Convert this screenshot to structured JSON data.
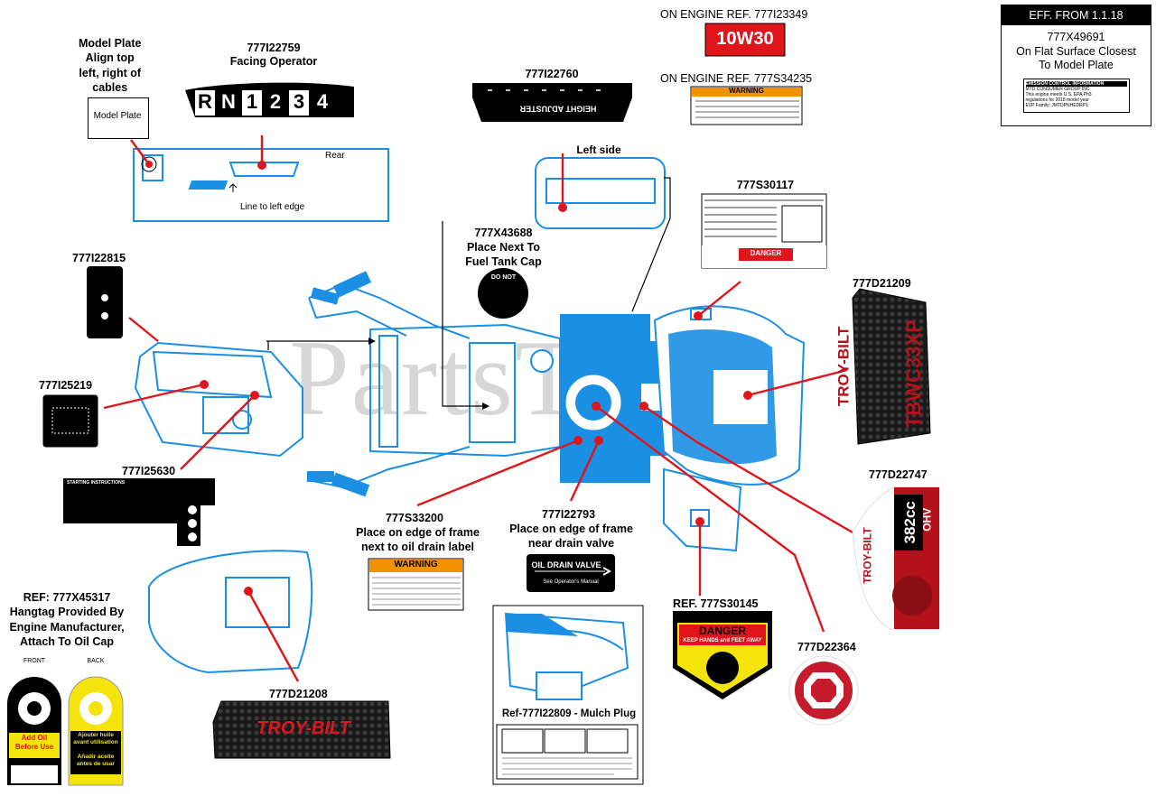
{
  "watermark": "PartsTree",
  "eff_box": {
    "header": "EFF. FROM 1.1.18",
    "part": "777X49691",
    "line1": "On Flat Surface Closest",
    "line2": "To Model Plate",
    "plate_title": "EMISSION CONTROL INFORMATION",
    "plate_line1": "MTD CONSUMER GROUP INC",
    "plate_line2": "This engine meets U.S. EPA Ph3",
    "plate_line3": "regulations for 2018 model year",
    "plate_line4": "EVP Family: JMTDPNHEDRP1"
  },
  "labels": {
    "oil_ref": "ON ENGINE  REF. 777I23349",
    "oil_grade": "10W30",
    "warn_ref": "ON ENGINE  REF. 777S34235",
    "warn_title": "WARNING",
    "model_plate_note": [
      "Model Plate",
      "Align top",
      "left, right of",
      "cables"
    ],
    "model_plate_box": "Model Plate",
    "facing_part": "777I22759",
    "facing_note": "Facing Operator",
    "gears": [
      "R",
      "N",
      "1",
      "2",
      "3",
      "4"
    ],
    "rear": "Rear",
    "line_to_left": "Line to left edge",
    "height_part": "777I22760",
    "height_text": "HEIGHT ADJUSTER",
    "left_side": "Left side",
    "fuel_part": "777X43688",
    "fuel_note": [
      "Place Next To",
      "Fuel Tank Cap"
    ],
    "fuel_badge": "DO NOT",
    "s30117": "777S30117",
    "danger_small": "DANGER",
    "i22815": "777I22815",
    "i25219": "777I25219",
    "i25630": "777I25630",
    "starting": "STARTING INSTRUCTIONS",
    "d21209": "777D21209",
    "brand": "TROY-BILT",
    "model_name": "TBWC33XP",
    "d22747": "777D22747",
    "cc": "382cc",
    "ohv": "OHV",
    "s33200": "777S33200",
    "s33200_note": [
      "Place on edge of frame",
      "next to oil drain label"
    ],
    "warning_title": "WARNING",
    "i22793": "777I22793",
    "i22793_note": [
      "Place on edge of frame",
      "near drain valve"
    ],
    "oil_drain": "OIL DRAIN VALVE",
    "see_manual": "See Operator's Manual",
    "s30145": "REF.  777S30145",
    "danger_big": "DANGER",
    "keep_away": "KEEP HANDS and FEET AWAY",
    "d22364": "777D22364",
    "mulch": "Ref-777I22809 - Mulch Plug",
    "d21208": "777D21208",
    "hangtag": [
      "REF: 777X45317",
      "Hangtag Provided By",
      "Engine Manufacturer,",
      "Attach To Oil Cap"
    ],
    "front": "FRONT",
    "back": "BACK",
    "add_oil": [
      "Add Oil",
      "Before Use"
    ],
    "ajouter": [
      "Ajouter huile",
      "avant utilisation"
    ],
    "anadir": [
      "Añadir aceite",
      "antes de usar"
    ]
  },
  "colors": {
    "blue": "#1b8fe3",
    "red": "#e0151b",
    "orange": "#f39200",
    "yellow": "#f5e30c",
    "label_red": "#b3121b"
  }
}
